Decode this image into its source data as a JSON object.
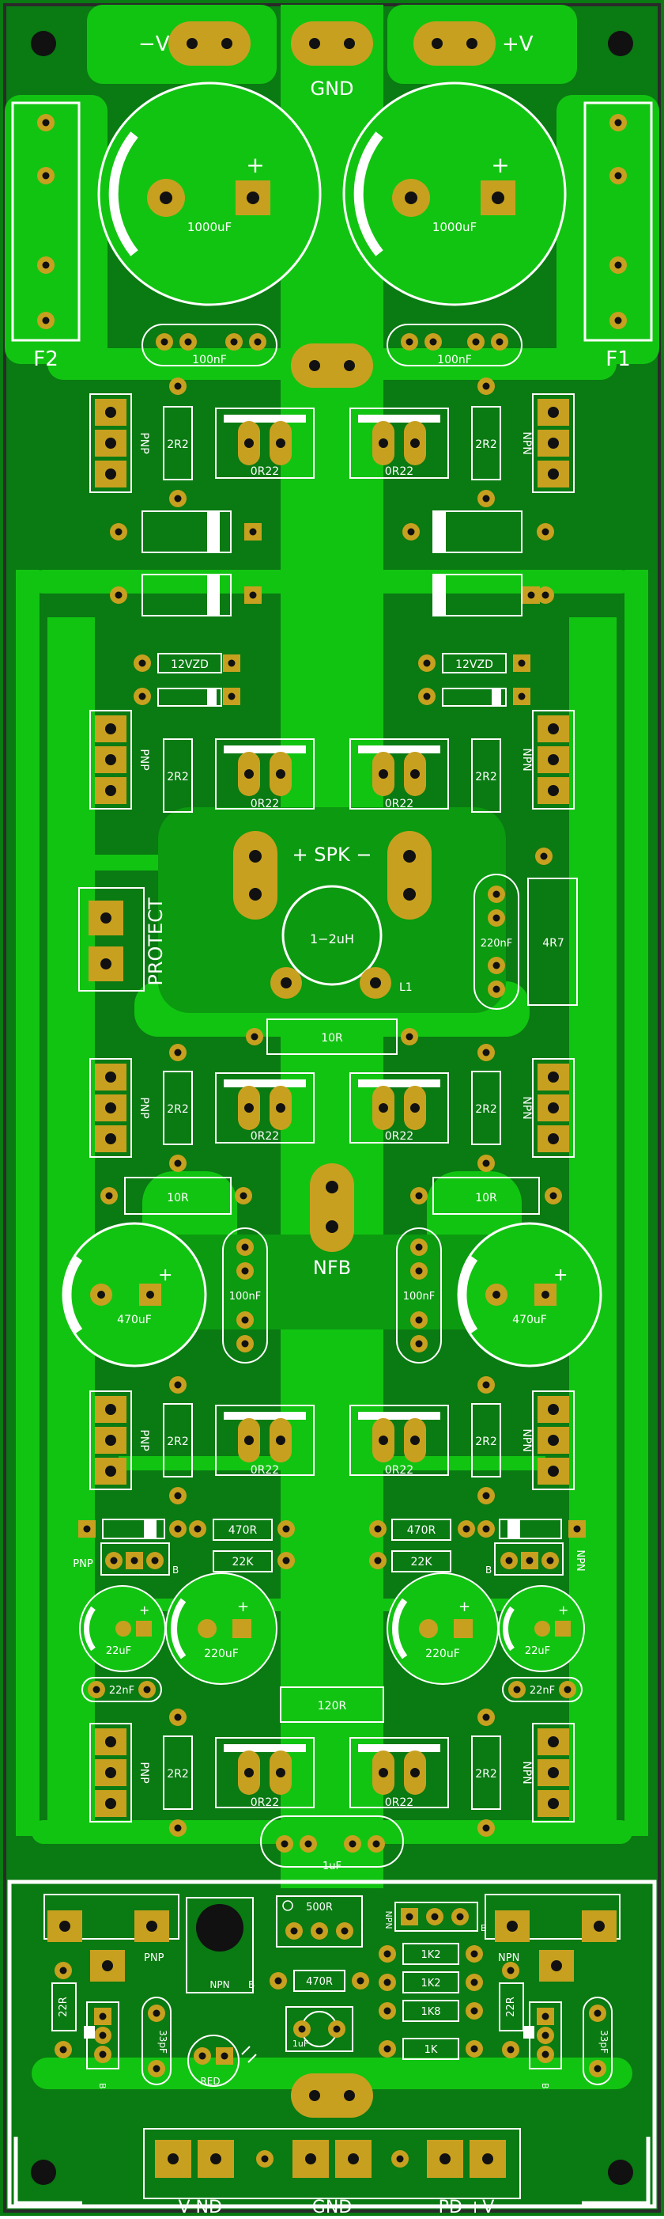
{
  "colors": {
    "board": "#0a7a12",
    "copper": "#12c412",
    "copper_dark": "#0b9a10",
    "pad": "#c8a020",
    "hole": "#111111",
    "silk": "#ffffff",
    "outline": "#2a2a2a"
  },
  "top_connectors": {
    "neg": "−V",
    "gnd": "GND",
    "pos": "+V"
  },
  "fuses": {
    "left": "F2",
    "right": "F1"
  },
  "caps": {
    "main": "1000uF",
    "decouple": "100nF",
    "bias": "470uF",
    "vas": "220uF",
    "input": "22uF",
    "comp": "22nF",
    "zobel": "220nF",
    "input_film": "1uF",
    "small": "33pF",
    "small2": "1uF"
  },
  "resistors": {
    "base": "2R2",
    "emitter": "0R22",
    "zener": "12VZD",
    "ind_r": "4R7",
    "out": "10R",
    "r470": "470R",
    "r22k": "22K",
    "r120": "120R",
    "r22": "22R",
    "trim": "500R",
    "r1k2": "1K2",
    "r1k8": "1K8",
    "r1k": "1K"
  },
  "labels": {
    "pnp": "PNP",
    "npn": "NPN",
    "spk": "+ SPK −",
    "protect": "PROTECT",
    "inductor": "1−2uH",
    "l1": "L1",
    "nfb": "NFB",
    "led": "RED",
    "b": "B"
  },
  "bottom_connectors": {
    "neg": "−V  ND",
    "gnd": "GND",
    "pos": "PD  +V"
  }
}
